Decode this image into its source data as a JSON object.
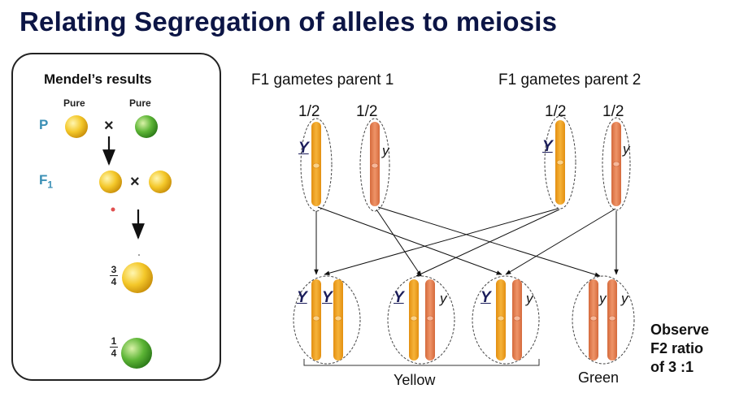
{
  "title": "Relating Segregation of alleles to meiosis",
  "mendel": {
    "title": "Mendel’s results",
    "pure_left": "Pure",
    "pure_right": "Pure",
    "p_label": "P",
    "f1_label": "F",
    "f1_sub": "1",
    "cross_symbol": "×",
    "frac_34_num": "3",
    "frac_34_den": "4",
    "frac_14_num": "1",
    "frac_14_den": "4"
  },
  "parents": {
    "parent1_label": "F1 gametes parent 1",
    "parent2_label": "F1 gametes parent 2",
    "half": "1/2"
  },
  "alleles": {
    "dominant": "Y",
    "recessive": "y"
  },
  "phenotypes": {
    "yellow": "Yellow",
    "green": "Green"
  },
  "observe": {
    "line1": "Observe",
    "line2": "F2 ratio",
    "line3": "of 3 :1"
  },
  "colors": {
    "title": "#0c1545",
    "yellow_chrom": "#f2a41f",
    "orange_chrom": "#e58553",
    "yellow_pea": "#f4c82a",
    "green_pea": "#5db536",
    "generation_label": "#3a8fb5"
  }
}
